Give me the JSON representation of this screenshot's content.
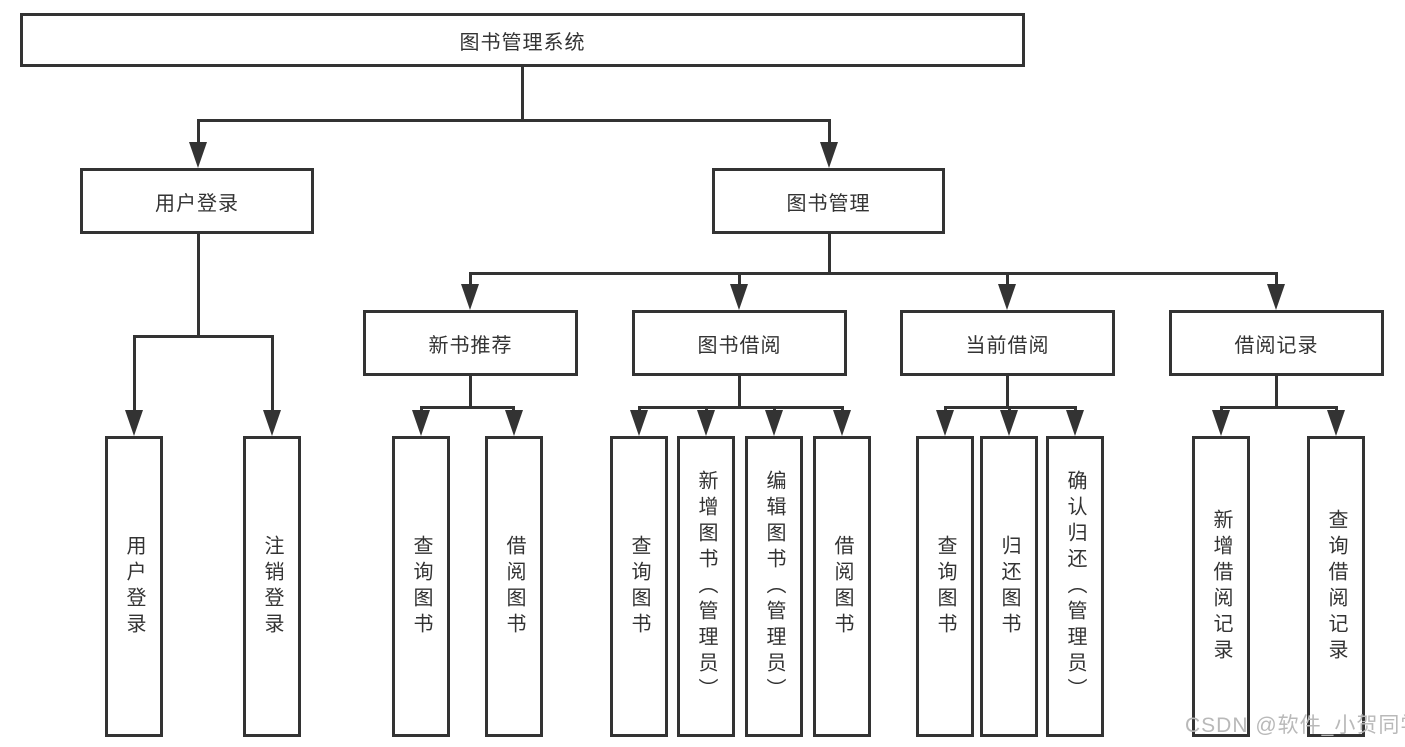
{
  "colors": {
    "line": "#333333",
    "text": "#333333",
    "watermark": "#b9b9b9",
    "background": "#ffffff"
  },
  "diagram_type": "feature-tree",
  "nodes": {
    "root": "图书管理系统",
    "level2": [
      "用户登录",
      "图书管理"
    ],
    "level3": [
      "新书推荐",
      "图书借阅",
      "当前借阅",
      "借阅记录"
    ],
    "leaves": [
      "用户登录",
      "注销登录",
      "查询图书",
      "借阅图书",
      "查询图书",
      "新增图书（管理员）",
      "编辑图书（管理员）",
      "借阅图书",
      "查询图书",
      "归还图书",
      "确认归还（管理员）",
      "新增借阅记录",
      "查询借阅记录"
    ]
  },
  "watermark": "CSDN @软件_小贺同学"
}
